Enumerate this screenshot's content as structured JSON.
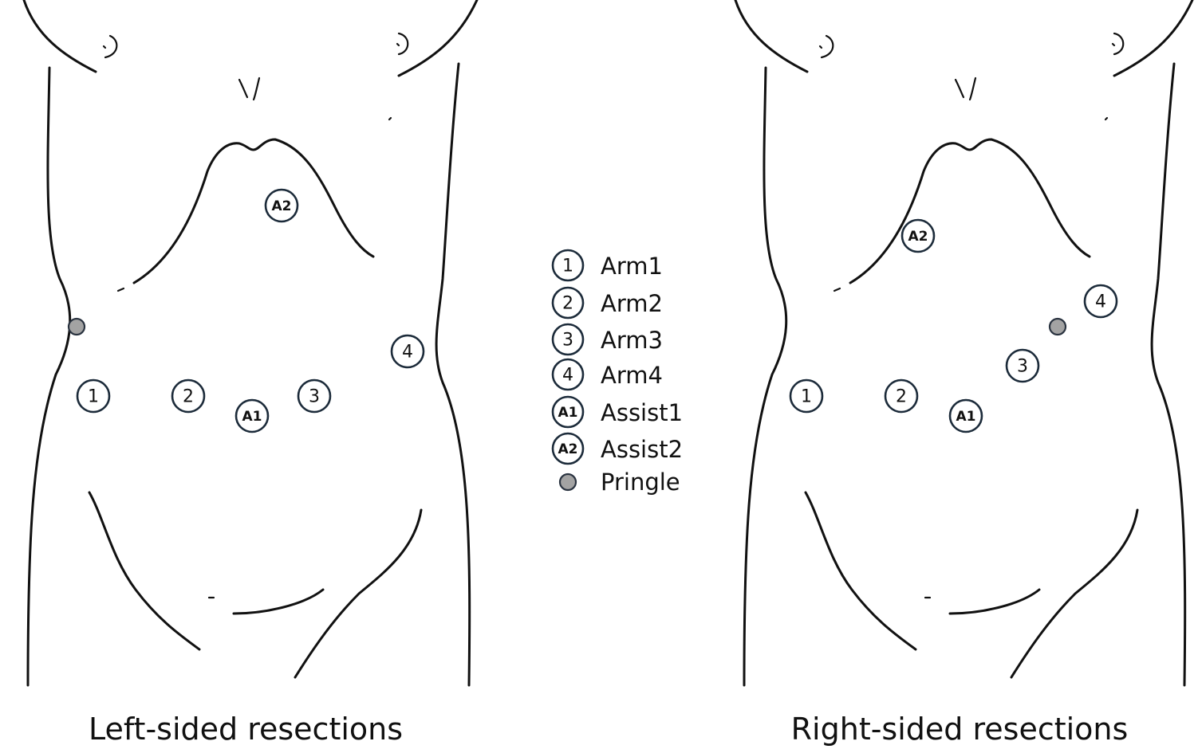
{
  "figure": {
    "left_panel": {
      "caption": "Left-sided resections",
      "ports": [
        {
          "id": "arm1",
          "label": "1"
        },
        {
          "id": "arm2",
          "label": "2"
        },
        {
          "id": "arm3",
          "label": "3"
        },
        {
          "id": "arm4",
          "label": "4"
        },
        {
          "id": "assist1",
          "label": "A1"
        },
        {
          "id": "assist2",
          "label": "A2"
        }
      ],
      "pringle": true
    },
    "right_panel": {
      "caption": "Right-sided resections",
      "ports": [
        {
          "id": "arm1",
          "label": "1"
        },
        {
          "id": "arm2",
          "label": "2"
        },
        {
          "id": "arm3",
          "label": "3"
        },
        {
          "id": "arm4",
          "label": "4"
        },
        {
          "id": "assist1",
          "label": "A1"
        },
        {
          "id": "assist2",
          "label": "A2"
        }
      ],
      "pringle": true
    },
    "legend": [
      {
        "symbol": "1",
        "label": "Arm1"
      },
      {
        "symbol": "2",
        "label": "Arm2"
      },
      {
        "symbol": "3",
        "label": "Arm3"
      },
      {
        "symbol": "4",
        "label": "Arm4"
      },
      {
        "symbol": "A1",
        "label": "Assist1"
      },
      {
        "symbol": "A2",
        "label": "Assist2"
      },
      {
        "symbol": "pringle-dot",
        "label": "Pringle"
      }
    ],
    "colors": {
      "port_ring": "#1c2b3a",
      "pringle_fill": "#a3a3a3",
      "line": "#111111"
    }
  }
}
